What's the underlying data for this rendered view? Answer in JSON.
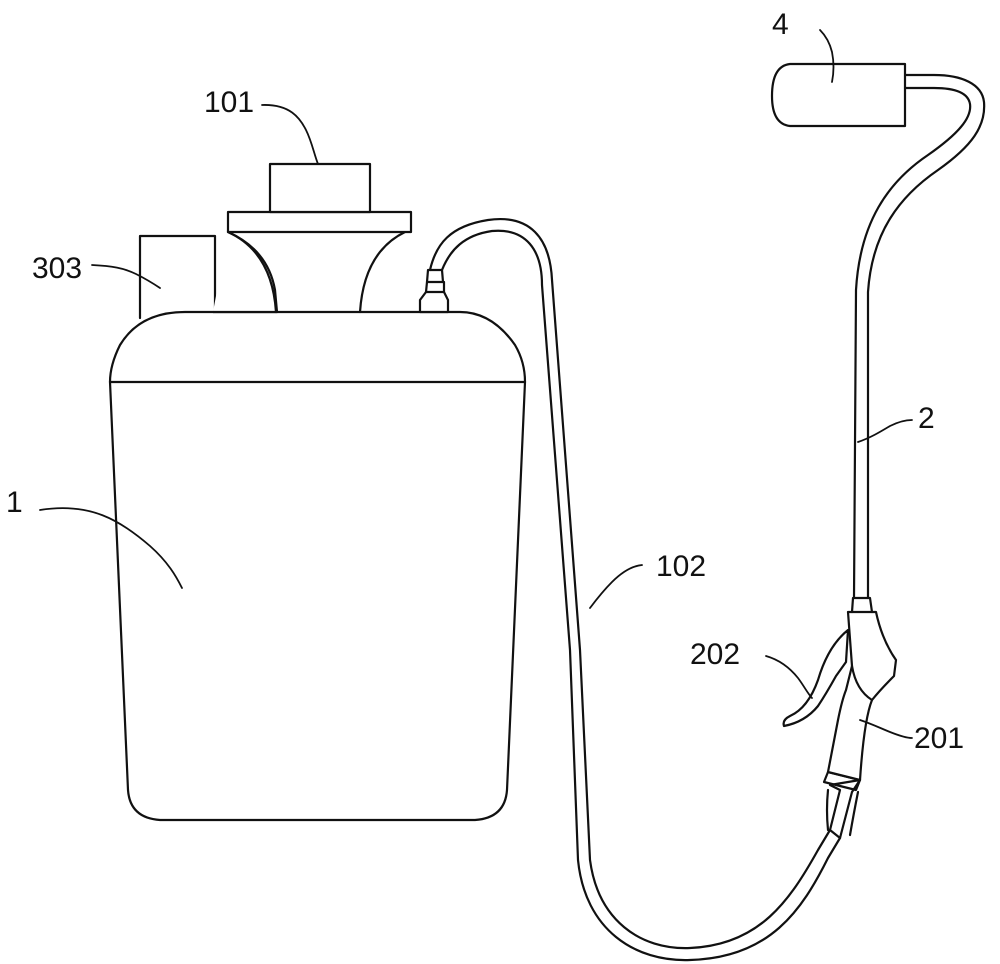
{
  "figure": {
    "labels": {
      "tank": "1",
      "cap": "101",
      "hose": "102",
      "side_box": "303",
      "wand": "2",
      "handle": "201",
      "trigger": "202",
      "nozzle": "4"
    },
    "colors": {
      "line": "#111111",
      "background": "#ffffff"
    }
  }
}
